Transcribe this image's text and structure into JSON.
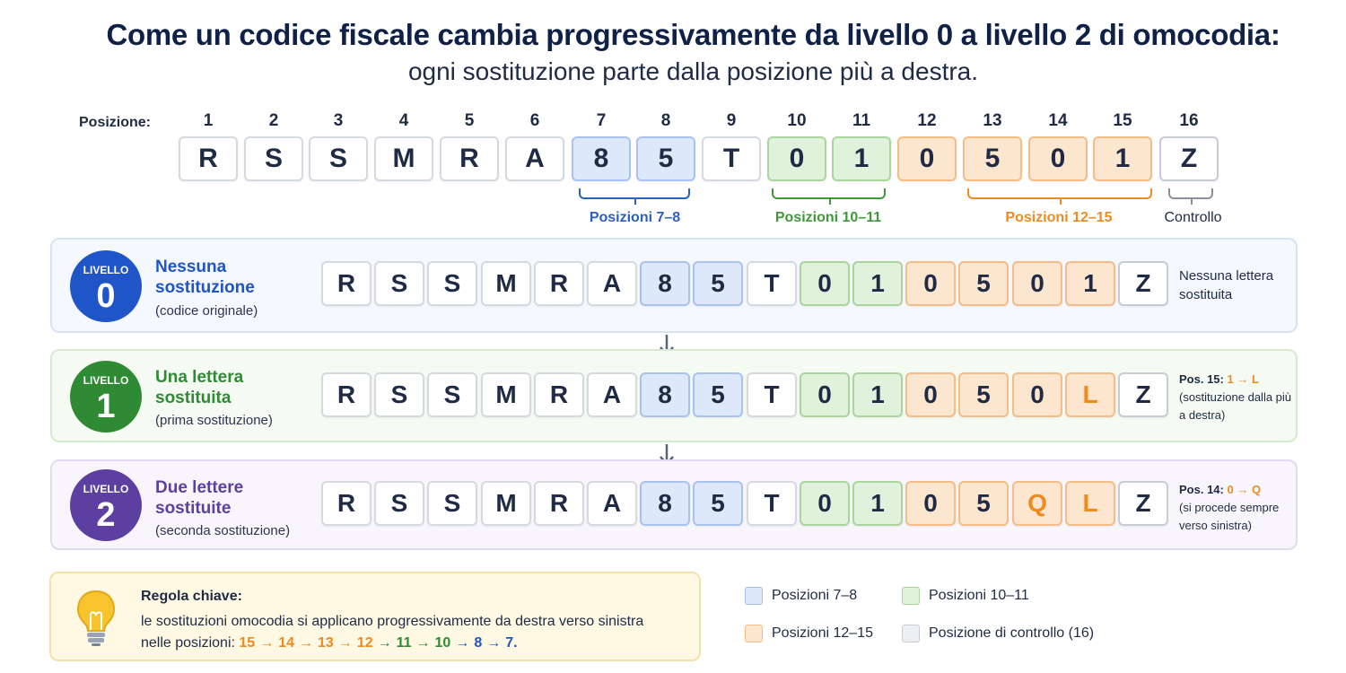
{
  "header": {
    "title": "Come un codice fiscale cambia progressivamente da livello 0 a livello 2 di omocodia:",
    "subtitle": "ogni sostituzione parte dalla posizione più a destra."
  },
  "positions_label": "Posizione:",
  "positions": [
    "1",
    "2",
    "3",
    "4",
    "5",
    "6",
    "7",
    "8",
    "9",
    "10",
    "11",
    "12",
    "13",
    "14",
    "15",
    "16"
  ],
  "code_top": [
    "R",
    "S",
    "S",
    "M",
    "R",
    "A",
    "8",
    "5",
    "T",
    "0",
    "1",
    "0",
    "5",
    "0",
    "1",
    "Z"
  ],
  "groups": {
    "g78": "Posizioni 7–8",
    "g1011": "Posizioni 10–11",
    "g1215": "Posizioni 12–15",
    "control": "Controllo"
  },
  "levels": [
    {
      "badge_label": "LIVELLO",
      "badge_number": "0",
      "title": "Nessuna sostituzione",
      "desc": "(codice originale)",
      "code": [
        "R",
        "S",
        "S",
        "M",
        "R",
        "A",
        "8",
        "5",
        "T",
        "0",
        "1",
        "0",
        "5",
        "0",
        "1",
        "Z"
      ],
      "note_main": "Nessuna lettera sostituita"
    },
    {
      "badge_label": "LIVELLO",
      "badge_number": "1",
      "title": "Una lettera sostituita",
      "desc": "(prima sostituzione)",
      "code": [
        "R",
        "S",
        "S",
        "M",
        "R",
        "A",
        "8",
        "5",
        "T",
        "0",
        "1",
        "0",
        "5",
        "0",
        "L",
        "Z"
      ],
      "note_pos": "Pos. 15:",
      "note_change": "1 → L",
      "note_sub": "(sostituzione dalla più a destra)"
    },
    {
      "badge_label": "LIVELLO",
      "badge_number": "2",
      "title": "Due lettere sostituite",
      "desc": "(seconda sostituzione)",
      "code": [
        "R",
        "S",
        "S",
        "M",
        "R",
        "A",
        "8",
        "5",
        "T",
        "0",
        "1",
        "0",
        "5",
        "Q",
        "L",
        "Z"
      ],
      "note_pos": "Pos. 14:",
      "note_change": "0 → Q",
      "note_sub": "(si procede sempre verso sinistra)"
    }
  ],
  "rule": {
    "title": "Regola chiave:",
    "line1": "le sostituzioni omocodia si applicano progressivamente da destra verso sinistra",
    "line2_prefix": "nelle posizioni:",
    "sequence": [
      "15",
      "14",
      "13",
      "12",
      "11",
      "10",
      "8",
      "7."
    ],
    "arrow": "→"
  },
  "legend": {
    "blue": "Posizioni 7–8",
    "green": "Posizioni 10–11",
    "orange": "Posizioni 12–15",
    "gray": "Posizione di controllo (16)"
  },
  "colors": {
    "blue": "#1f55c6",
    "green": "#2f8a34",
    "orange": "#ef8a1e",
    "purple": "#5c3fa0",
    "navy": "#0f2147"
  }
}
